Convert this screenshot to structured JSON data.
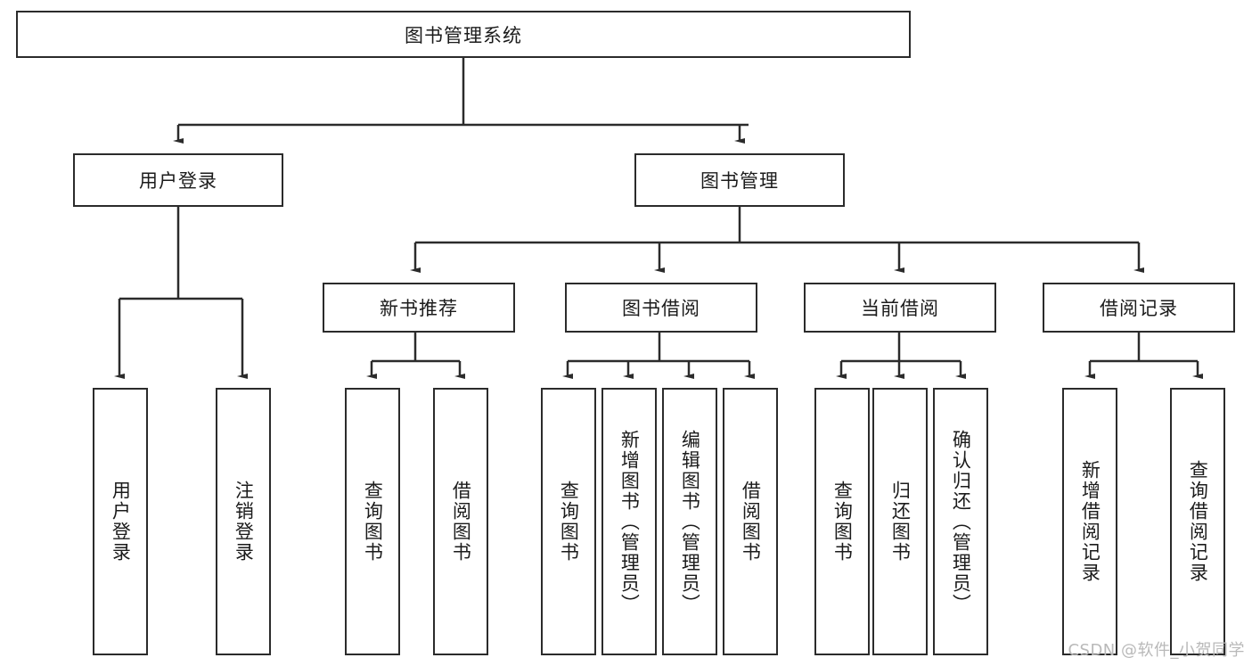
{
  "diagram": {
    "type": "tree-hierarchy",
    "title": "图书管理系统",
    "root": {
      "id": "root",
      "label": "图书管理系统",
      "level": 0
    },
    "level2": [
      {
        "id": "user-login",
        "label": "用户登录"
      },
      {
        "id": "book-manage",
        "label": "图书管理"
      }
    ],
    "level3": [
      {
        "id": "new-book-rec",
        "label": "新书推荐",
        "parent": "book-manage"
      },
      {
        "id": "book-borrow",
        "label": "图书借阅",
        "parent": "book-manage"
      },
      {
        "id": "current-borrow",
        "label": "当前借阅",
        "parent": "book-manage"
      },
      {
        "id": "borrow-record",
        "label": "借阅记录",
        "parent": "book-manage"
      }
    ],
    "leaves": [
      {
        "id": "leaf-user-login",
        "label": "用户登录",
        "parent": "user-login"
      },
      {
        "id": "leaf-user-logout",
        "label": "注销登录",
        "parent": "user-login"
      },
      {
        "id": "leaf-query-book-1",
        "label": "查询图书",
        "parent": "new-book-rec"
      },
      {
        "id": "leaf-borrow-book-1",
        "label": "借阅图书",
        "parent": "new-book-rec"
      },
      {
        "id": "leaf-query-book-2",
        "label": "查询图书",
        "parent": "book-borrow"
      },
      {
        "id": "leaf-add-book",
        "label": "新增图书（管理员）",
        "parent": "book-borrow"
      },
      {
        "id": "leaf-edit-book",
        "label": "编辑图书（管理员）",
        "parent": "book-borrow"
      },
      {
        "id": "leaf-borrow-book-2",
        "label": "借阅图书",
        "parent": "book-borrow"
      },
      {
        "id": "leaf-query-book-3",
        "label": "查询图书",
        "parent": "current-borrow"
      },
      {
        "id": "leaf-return-book",
        "label": "归还图书",
        "parent": "current-borrow"
      },
      {
        "id": "leaf-confirm-return",
        "label": "确认归还（管理员）",
        "parent": "current-borrow"
      },
      {
        "id": "leaf-add-record",
        "label": "新增借阅记录",
        "parent": "borrow-record"
      },
      {
        "id": "leaf-query-record",
        "label": "查询借阅记录",
        "parent": "borrow-record"
      }
    ],
    "watermark": "CSDN @软件_小贺同学",
    "colors": {
      "stroke": "#2b2b2b",
      "text": "#1b1b1b",
      "background": "#ffffff",
      "watermark": "#b9b9b9"
    }
  }
}
